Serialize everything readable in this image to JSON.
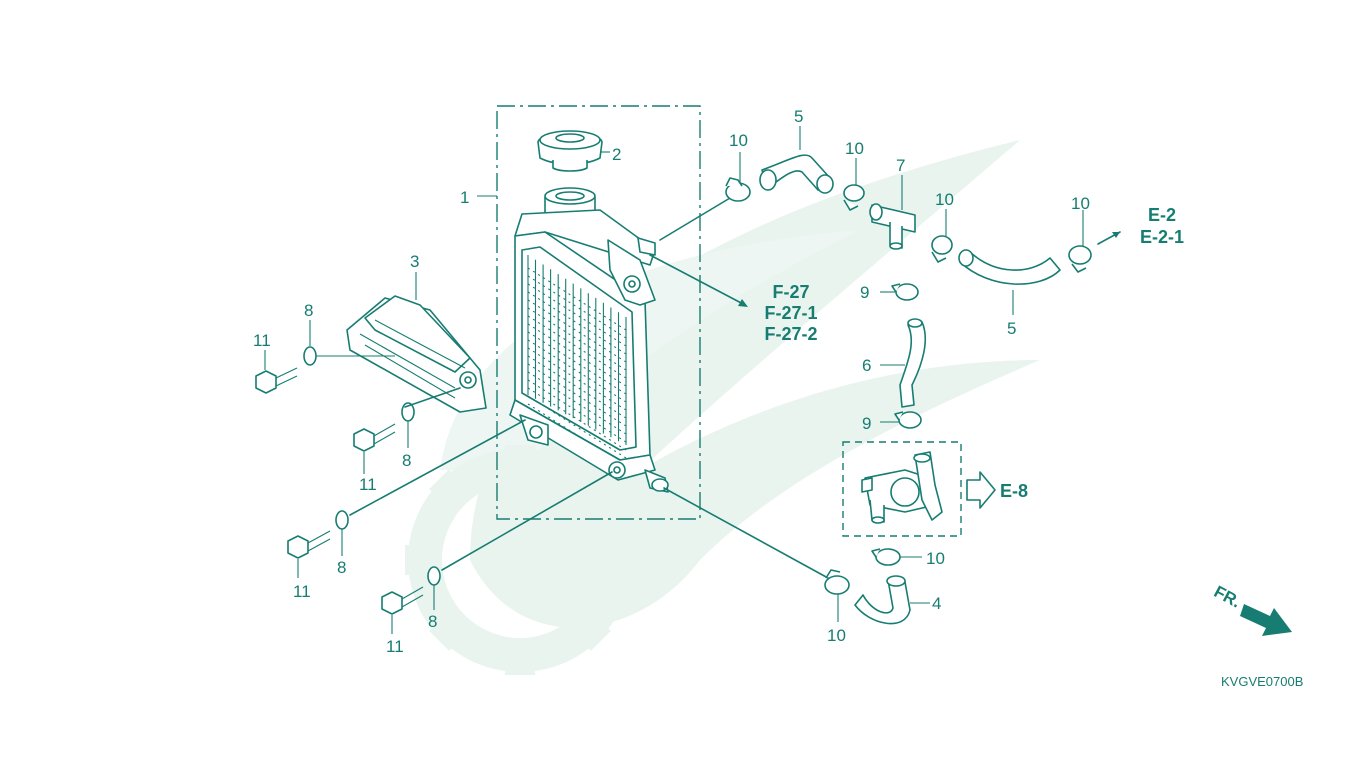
{
  "diagram": {
    "callouts": {
      "c1": "1",
      "c2": "2",
      "c3": "3",
      "c4": "4",
      "c5a": "5",
      "c5b": "5",
      "c6": "6",
      "c7": "7",
      "c8a": "8",
      "c8b": "8",
      "c8c": "8",
      "c8d": "8",
      "c9a": "9",
      "c9b": "9",
      "c10a": "10",
      "c10b": "10",
      "c10c": "10",
      "c10d": "10",
      "c10e": "10",
      "c10f": "10",
      "c11a": "11",
      "c11b": "11",
      "c11c": "11",
      "c11d": "11"
    },
    "references": {
      "f27": "F-27",
      "f27_1": "F-27-1",
      "f27_2": "F-27-2",
      "e2": "E-2",
      "e2_1": "E-2-1",
      "e8": "E-8"
    },
    "direction_label": "FR.",
    "drawing_code": "KVGVE0700B",
    "colors": {
      "line": "#177d72",
      "watermark": "#e7f3ee"
    }
  }
}
